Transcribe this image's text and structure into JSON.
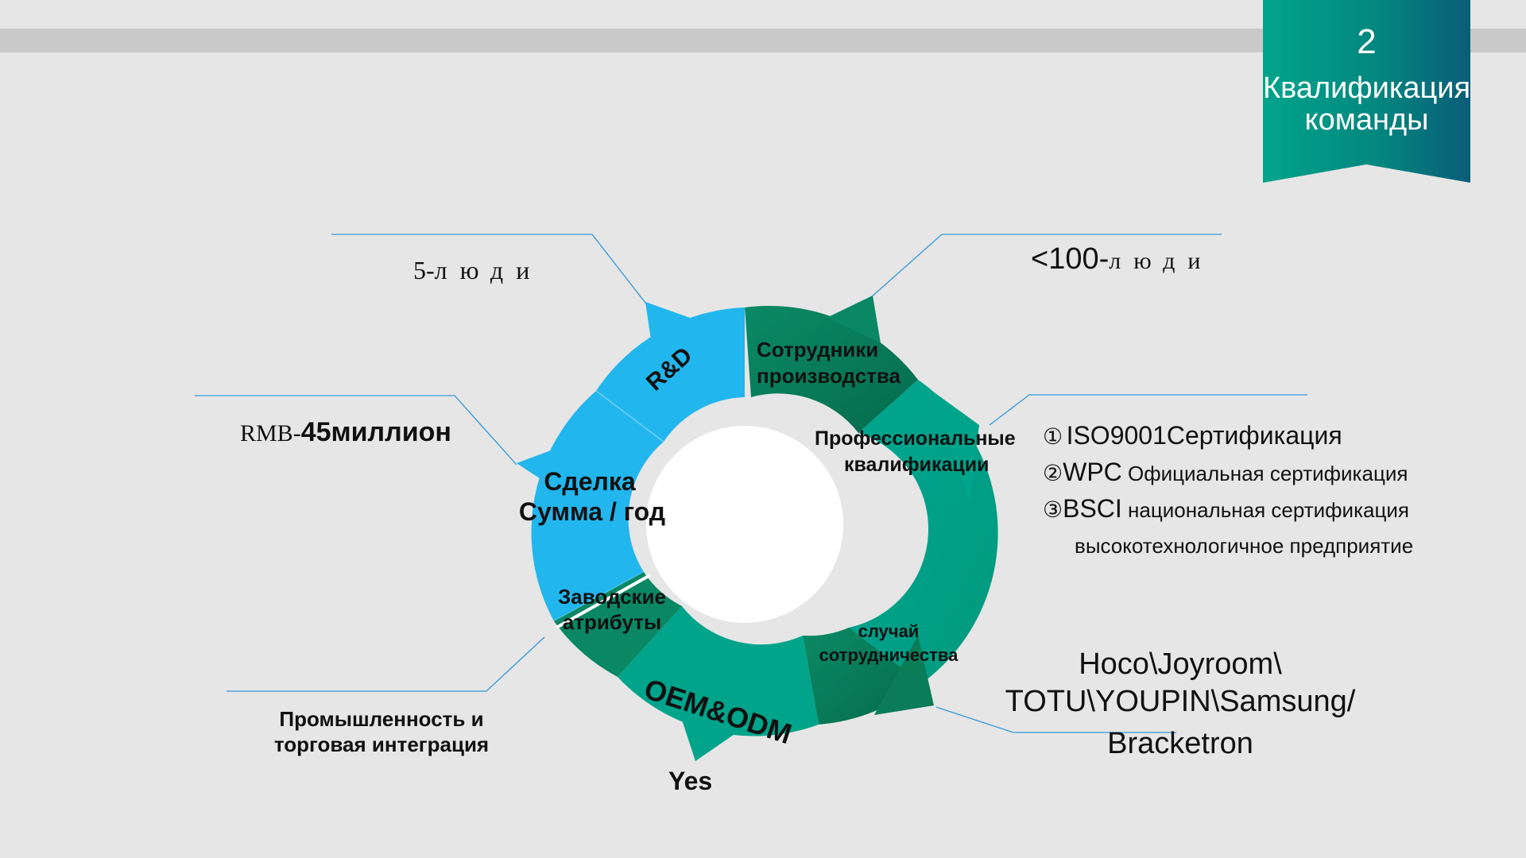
{
  "banner": {
    "number": "2",
    "title_line1": "Квалификация",
    "title_line2": "команды"
  },
  "cycle": {
    "segments": {
      "rd": "R&D",
      "production_line1": "Сотрудники",
      "production_line2": "производства",
      "qualifications_line1": "Профессиональные",
      "qualifications_line2": "квалификации",
      "cases_line1": "случай",
      "cases_line2": "сотрудничества",
      "oem": "OEM&ODM",
      "factory_line1": "Заводские",
      "factory_line2": "атрибуты",
      "deal_line1": "Сделка",
      "deal_line2": "Сумма / год"
    }
  },
  "callouts": {
    "rd_people": {
      "num": "5-",
      "unit": "люди"
    },
    "production_people": {
      "num": "<100-",
      "unit": "люди"
    },
    "amount": {
      "prefix": "RMB-",
      "value": "45миллион"
    },
    "certifications": [
      {
        "marker": "①",
        "main": "ISO9001Сертификация",
        "rest": ""
      },
      {
        "marker": "②",
        "main": "WPC",
        "rest": " Официальная сертификация"
      },
      {
        "marker": "③",
        "main": "BSCI",
        "rest": " национальная сертификация"
      }
    ],
    "cert_extra": "высокотехнологичное предприятие",
    "brands": [
      "Hoco\\Joyroom\\",
      "TOTU\\YOUPIN\\Samsung/",
      "Bracketron"
    ],
    "factory_line1": "Промышленность и",
    "factory_line2": "торговая интеграция",
    "oem_answer": "Yes"
  },
  "colors": {
    "background": "#e6e6e6",
    "top_bar": "#c9c9c9",
    "blue": "#22b6ee",
    "teal": "#00a48b",
    "dark_teal": "#057f5f",
    "leader_blue": "#3399dd",
    "banner_start": "#00a48b",
    "banner_end": "#0a5d78"
  }
}
